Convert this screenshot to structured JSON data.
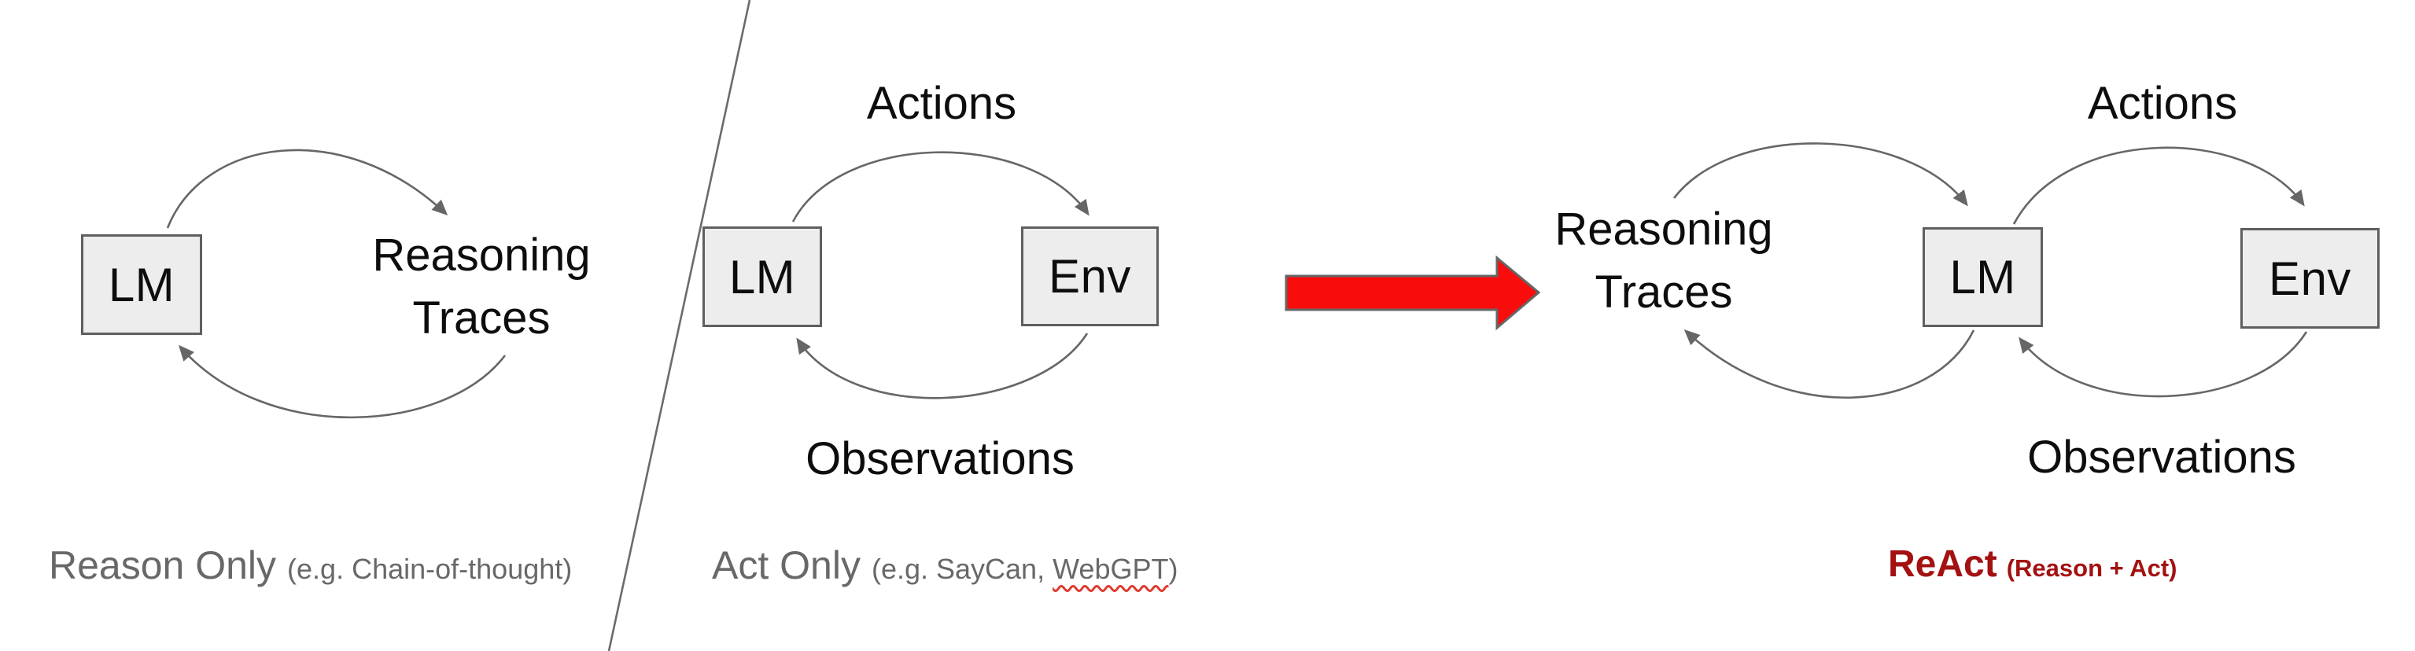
{
  "panel_reason_only": {
    "node_lm": "LM",
    "label_line1": "Reasoning",
    "label_line2": "Traces",
    "caption_title": "Reason Only",
    "caption_note": "(e.g. Chain-of-thought)"
  },
  "panel_act_only": {
    "node_lm": "LM",
    "node_env": "Env",
    "label_actions": "Actions",
    "label_observations": "Observations",
    "caption_title": "Act Only",
    "caption_note_prefix": "(e.g. SayCan,",
    "caption_note_underlined": "WebGPT",
    "caption_note_suffix": ")"
  },
  "panel_react": {
    "node_lm": "LM",
    "node_env": "Env",
    "label_line1": "Reasoning",
    "label_line2": "Traces",
    "label_actions": "Actions",
    "label_observations": "Observations",
    "caption_title": "ReAct",
    "caption_note": "(Reason + Act)"
  },
  "colors": {
    "box_fill": "#ededed",
    "box_border": "#5f5f5f",
    "arc_stroke": "#666666",
    "label_black": "#0d0d0d",
    "caption_gray": "#686868",
    "react_red": "#a31111",
    "big_arrow_red": "#f80c0c",
    "squiggle_red": "#dd3b2e"
  }
}
